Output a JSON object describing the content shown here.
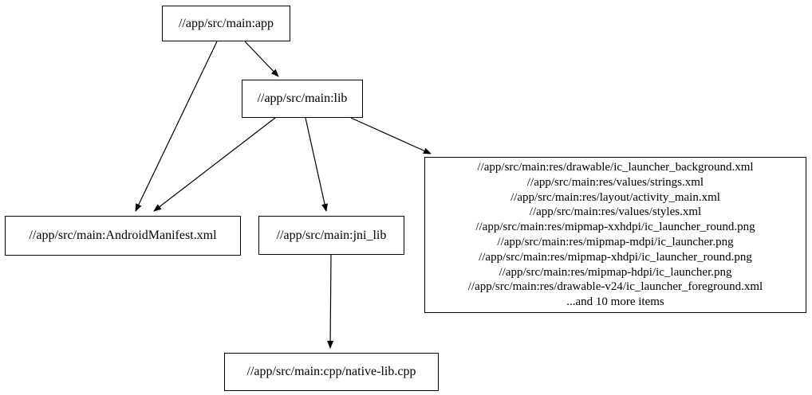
{
  "diagram": {
    "type": "directed-graph",
    "background_color": "#ffffff",
    "node_border_color": "#000000",
    "edge_color": "#000000",
    "text_color": "#000000",
    "nodes": {
      "app": {
        "label": "//app/src/main:app"
      },
      "lib": {
        "label": "//app/src/main:lib"
      },
      "manifest": {
        "label": "//app/src/main:AndroidManifest.xml"
      },
      "jni_lib": {
        "label": "//app/src/main:jni_lib"
      },
      "native_lib": {
        "label": "//app/src/main:cpp/native-lib.cpp"
      },
      "resources": {
        "lines": [
          "//app/src/main:res/drawable/ic_launcher_background.xml",
          "//app/src/main:res/values/strings.xml",
          "//app/src/main:res/layout/activity_main.xml",
          "//app/src/main:res/values/styles.xml",
          "//app/src/main:res/mipmap-xxhdpi/ic_launcher_round.png",
          "//app/src/main:res/mipmap-mdpi/ic_launcher.png",
          "//app/src/main:res/mipmap-xhdpi/ic_launcher_round.png",
          "//app/src/main:res/mipmap-hdpi/ic_launcher.png",
          "//app/src/main:res/drawable-v24/ic_launcher_foreground.xml",
          "...and 10 more items"
        ]
      }
    },
    "edges": [
      {
        "from": "app",
        "to": "lib"
      },
      {
        "from": "app",
        "to": "manifest"
      },
      {
        "from": "lib",
        "to": "manifest"
      },
      {
        "from": "lib",
        "to": "jni_lib"
      },
      {
        "from": "lib",
        "to": "resources"
      },
      {
        "from": "jni_lib",
        "to": "native_lib"
      }
    ]
  }
}
